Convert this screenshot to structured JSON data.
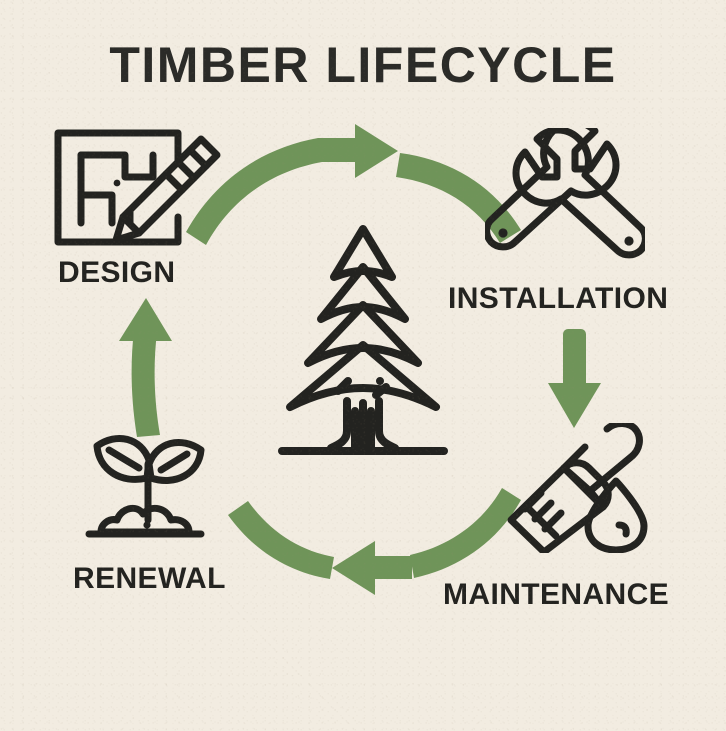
{
  "title": "TIMBER LIFECYCLE",
  "theme": {
    "background_color": "#f2ece1",
    "ink_color": "#232320",
    "accent_green": "#6f9459"
  },
  "cycle": {
    "center_icon": "pine-tree-icon",
    "stages": [
      {
        "id": "design",
        "label": "DESIGN",
        "icon": "blueprint-pencil-icon",
        "position": "top-left"
      },
      {
        "id": "installation",
        "label": "INSTALLATION",
        "icon": "crossed-wrenches-icon",
        "position": "top-right"
      },
      {
        "id": "maintenance",
        "label": "MAINTENANCE",
        "icon": "paintbrush-droplet-icon",
        "position": "bottom-right"
      },
      {
        "id": "renewal",
        "label": "RENEWAL",
        "icon": "seedling-soil-icon",
        "position": "bottom-left"
      }
    ],
    "arrows": [
      {
        "id": "design-to-installation",
        "icon": "curved-arrow-right-icon",
        "direction": "right"
      },
      {
        "id": "installation-to-maintenance",
        "icon": "arrow-down-icon",
        "direction": "down"
      },
      {
        "id": "maintenance-to-renewal",
        "icon": "curved-arrow-left-icon",
        "direction": "left"
      },
      {
        "id": "renewal-to-design",
        "icon": "arrow-up-icon",
        "direction": "up"
      }
    ]
  }
}
